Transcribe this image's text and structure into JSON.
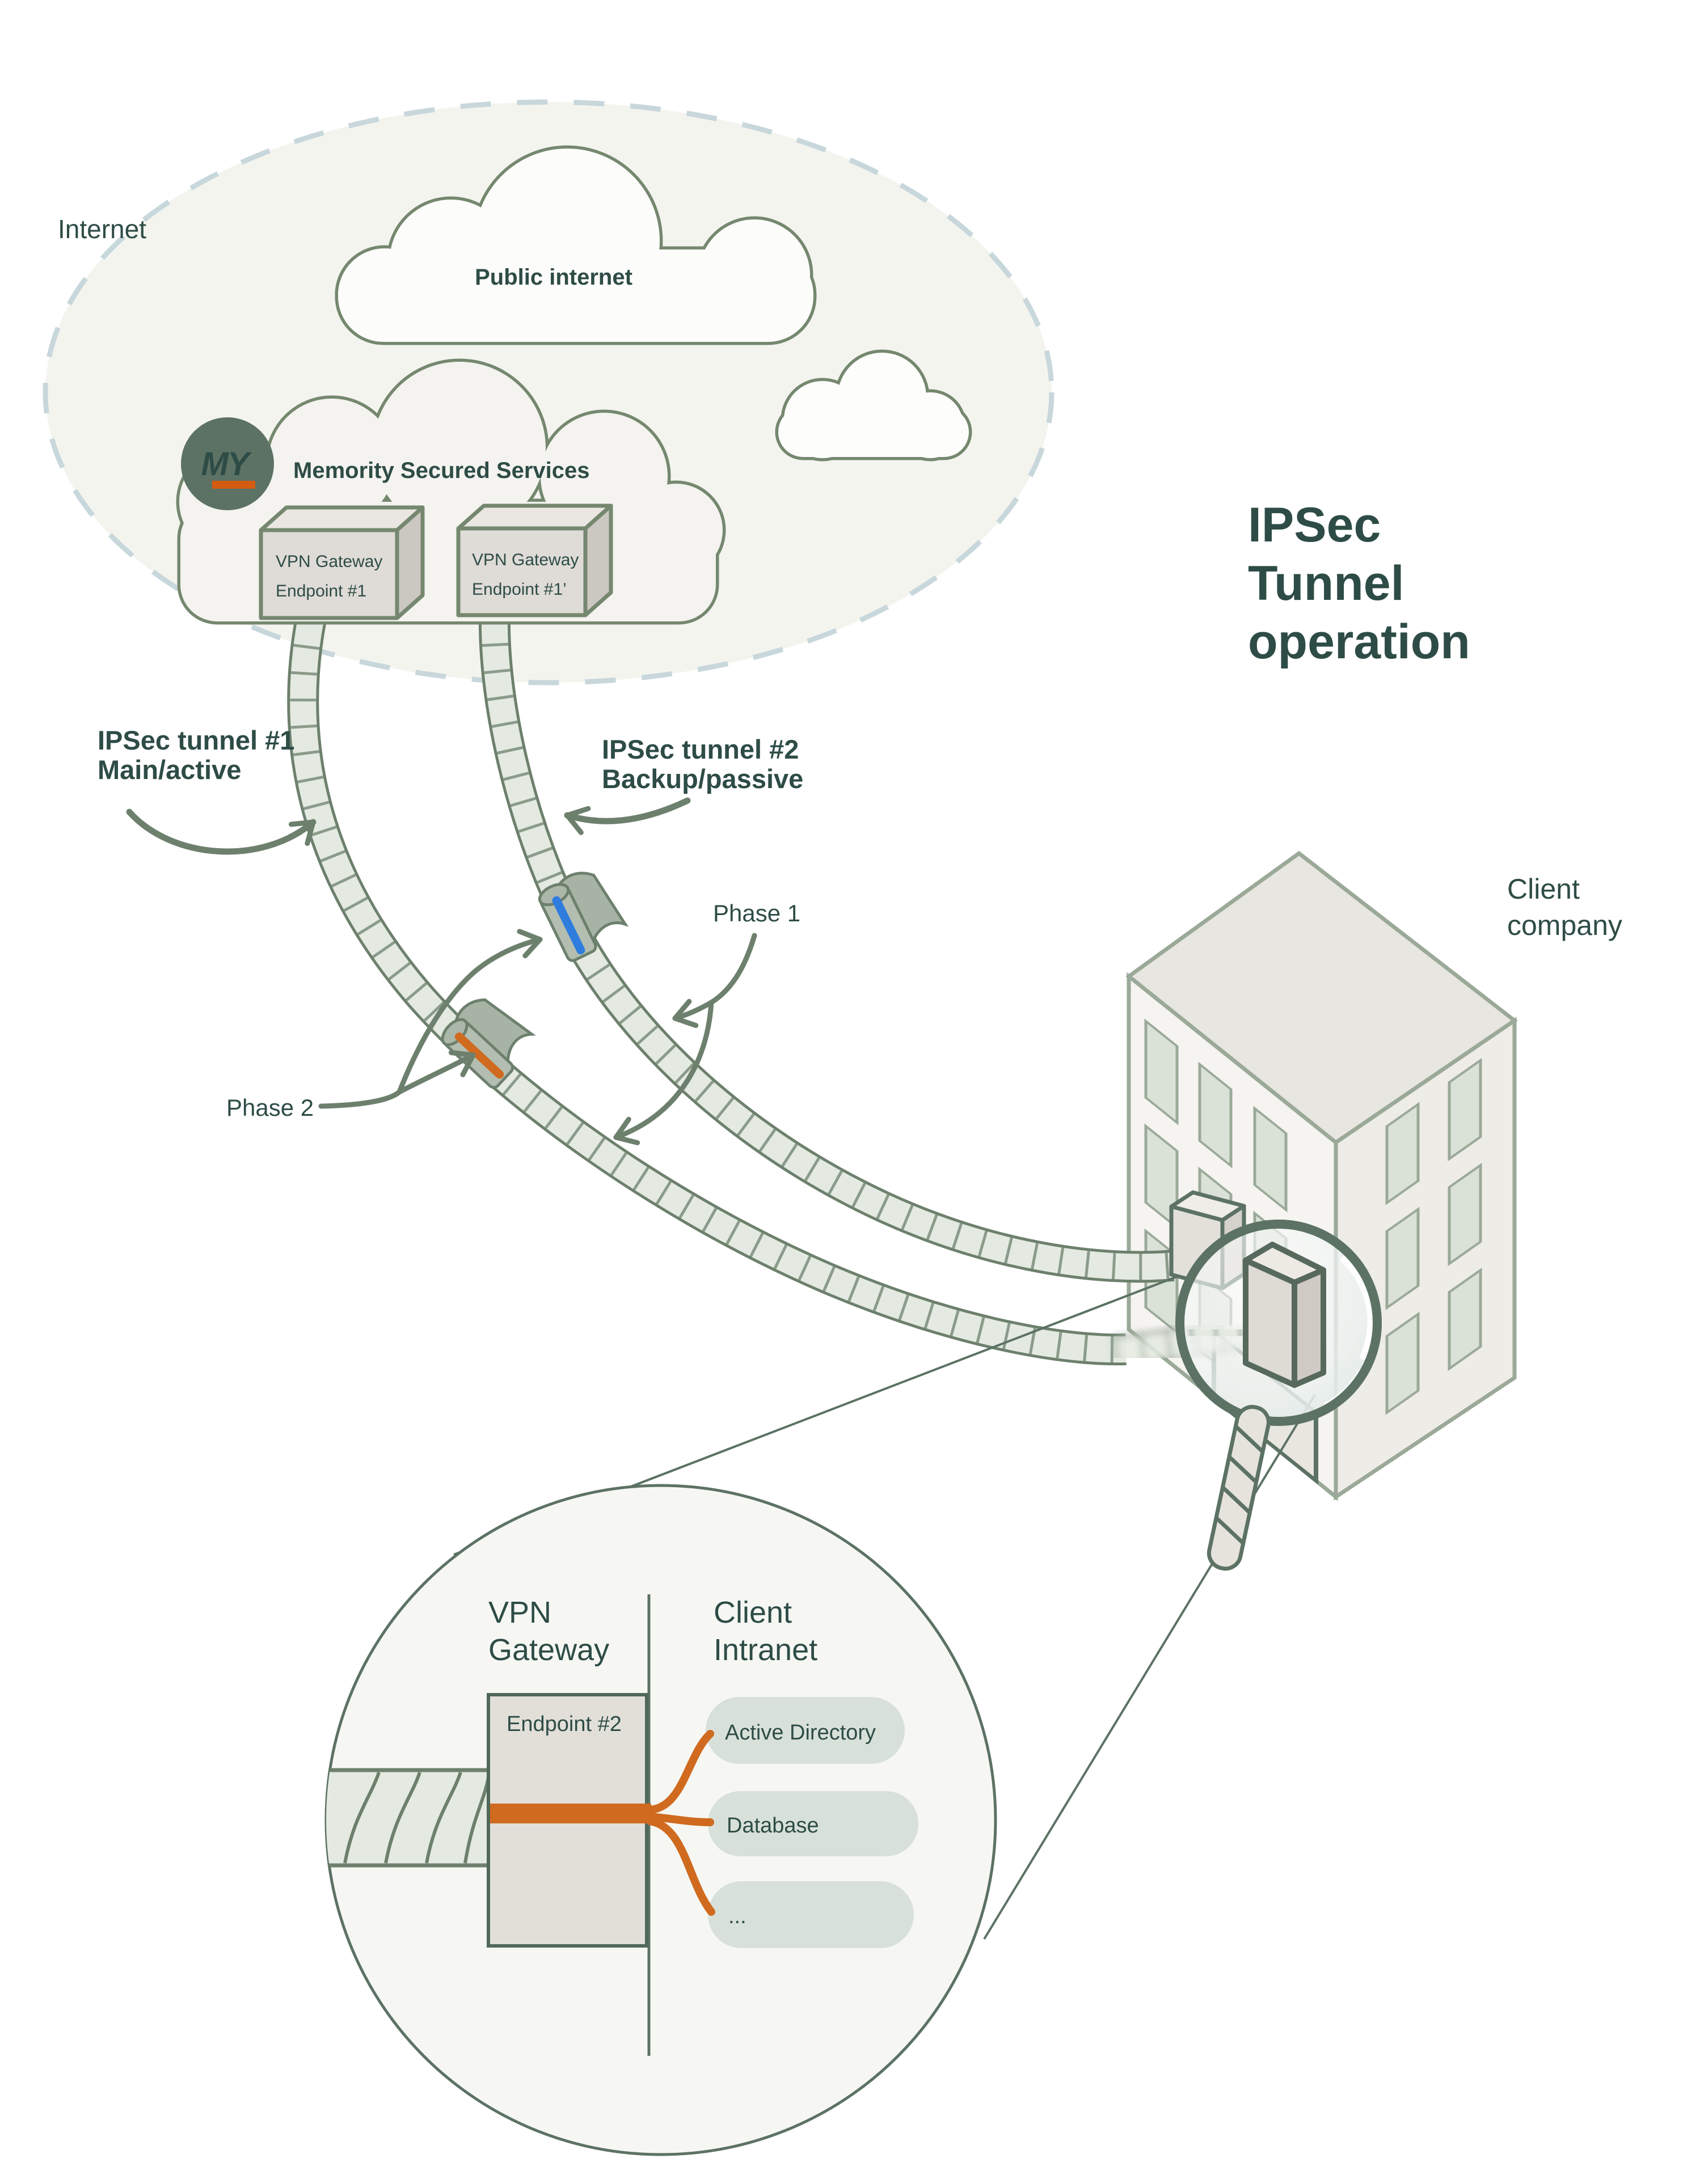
{
  "title": {
    "lines": [
      "IPSec",
      "Tunnel",
      "operation"
    ]
  },
  "internet": {
    "label": "Internet"
  },
  "public_cloud": {
    "label": "Public internet"
  },
  "memority": {
    "label": "Memority Secured Services",
    "logo": "MY",
    "endpoint1": {
      "line1": "VPN Gateway",
      "line2": "Endpoint #1"
    },
    "endpoint2": {
      "line1": "VPN Gateway",
      "line2": "Endpoint #1’"
    }
  },
  "tunnel1": {
    "line1": "IPSec tunnel #1",
    "line2": "Main/active"
  },
  "tunnel2": {
    "line1": "IPSec tunnel #2",
    "line2": "Backup/passive"
  },
  "phase1": {
    "label": "Phase 1"
  },
  "phase2": {
    "label": "Phase 2"
  },
  "client": {
    "line1": "Client",
    "line2": "company"
  },
  "detail": {
    "vpn_heading": {
      "line1": "VPN",
      "line2": "Gateway"
    },
    "intranet_heading": {
      "line1": "Client",
      "line2": "Intranet"
    },
    "endpoint_label": "Endpoint #2",
    "services": [
      "Active Directory",
      "Database",
      "..."
    ]
  },
  "colors": {
    "phase1_blue": "#2E7CDE",
    "phase2_orange": "#D06A1F",
    "sage_outline": "#6D806D",
    "dark_teal": "#2E4C46",
    "title_green": "#7E927F",
    "logo_green": "#5C7264",
    "logo_bar_orange": "#D35B12"
  }
}
